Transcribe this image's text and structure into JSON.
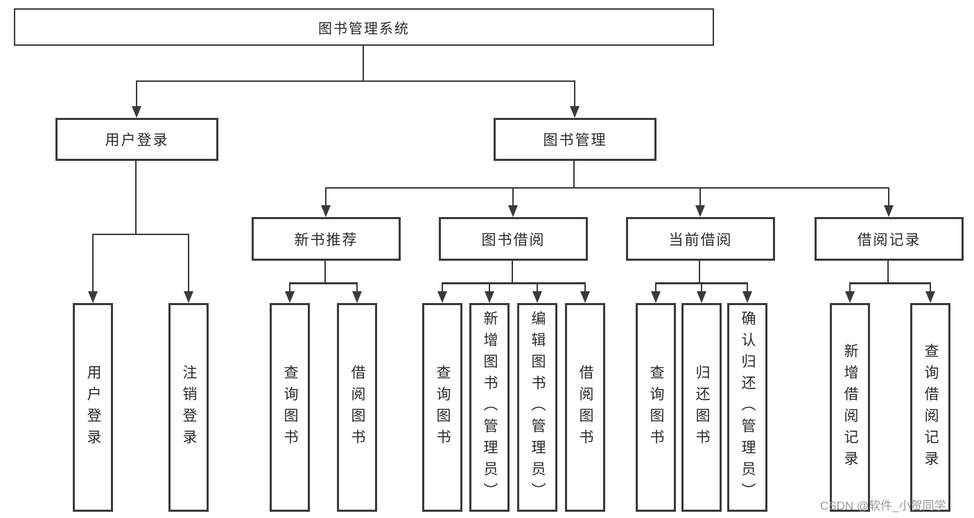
{
  "diagram": {
    "root": "图书管理系统",
    "user_branch": {
      "label": "用户登录",
      "children": [
        "用户登录",
        "注销登录"
      ]
    },
    "manage_branch": {
      "label": "图书管理",
      "groups": [
        {
          "label": "新书推荐",
          "children": [
            "查询图书",
            "借阅图书"
          ]
        },
        {
          "label": "图书借阅",
          "children": [
            "查询图书",
            "新增图书（管理员）",
            "编辑图书（管理员）",
            "借阅图书"
          ]
        },
        {
          "label": "当前借阅",
          "children": [
            "查询图书",
            "归还图书",
            "确认归还（管理员）"
          ]
        },
        {
          "label": "借阅记录",
          "children": [
            "新增借阅记录",
            "查询借阅记录"
          ]
        }
      ]
    }
  },
  "watermark": "CSDN @软件_小贺同学",
  "colors": {
    "background": "#ffffff",
    "line": "#3a3a3a",
    "box_border": "#3a3a3a",
    "text": "#2b2b2b",
    "watermark": "#9b9b9b"
  }
}
